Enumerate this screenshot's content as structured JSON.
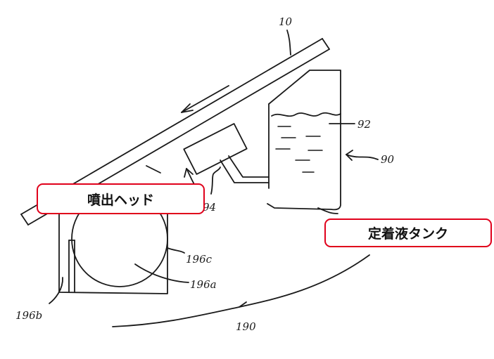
{
  "callouts": {
    "head": "噴出ヘッド",
    "tank": "定着液タンク"
  },
  "refs": {
    "r10": "10",
    "r92": "92",
    "r90": "90",
    "r94": "94",
    "r196c": "196c",
    "r196a": "196a",
    "r196b": "196b",
    "r190": "190"
  },
  "colors": {
    "callout_border": "#e0001b",
    "line": "#1a1a1a"
  }
}
